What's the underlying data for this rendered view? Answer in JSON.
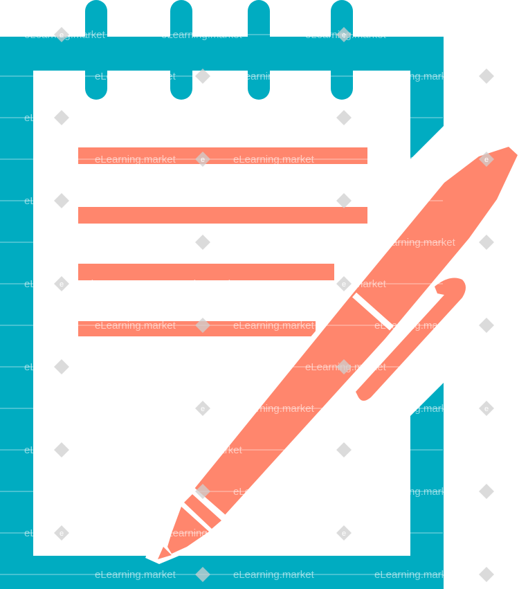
{
  "illustration": {
    "name": "notepad-with-pen",
    "colors": {
      "notepad_frame": "#00acc1",
      "paper": "#ffffff",
      "text_lines": "#ff866d",
      "pen": "#ff866d",
      "pen_rings": "#00acc1"
    },
    "text_line_count": 4,
    "spiral_ring_count": 4
  },
  "watermark": {
    "text": "eLearning.market",
    "badge_letter": "e"
  }
}
